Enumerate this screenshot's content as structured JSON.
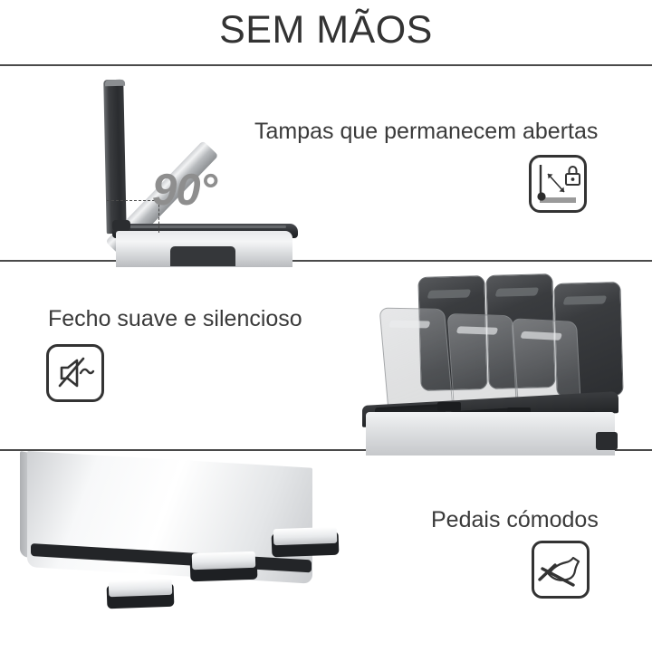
{
  "header": {
    "title": "SEM MÃOS"
  },
  "colors": {
    "text": "#3a3a3a",
    "title": "#333333",
    "rule": "#4a4a4a",
    "degree_label": "#8e8e8e",
    "icon_stroke": "#333333",
    "icon_fill_gray": "#9a9a9a",
    "steel_light": "#f4f5f6",
    "steel_mid": "#cfd1d4",
    "plastic_dark": "#2c2e31"
  },
  "panels": [
    {
      "id": "lids-stay-open",
      "caption": "Tampas que permanecem abertas",
      "annotation": "90°",
      "icon_name": "lid-lock-angle-icon",
      "product_alt": "Lata de lixo vista lateral com tampa aberta a 90 graus"
    },
    {
      "id": "soft-quiet-close",
      "caption": "Fecho suave e silencioso",
      "icon_name": "mute-speaker-icon",
      "product_alt": "Lata de lixo de tres compartimentos com tampas a fechar"
    },
    {
      "id": "comfortable-pedals",
      "caption": "Pedais cómodos",
      "icon_name": "foot-pedal-icon",
      "product_alt": "Base da lata de lixo com tres pedais"
    }
  ]
}
